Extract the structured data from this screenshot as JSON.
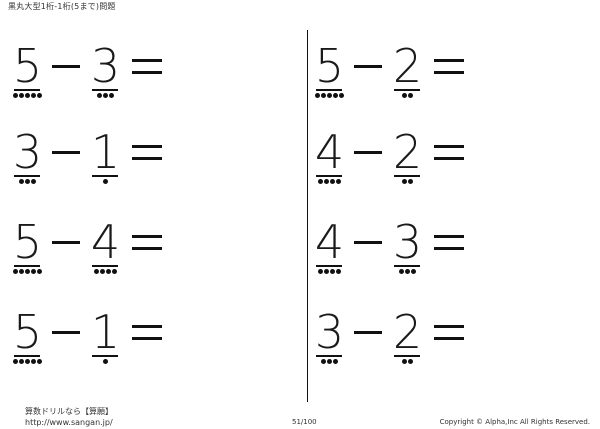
{
  "header": {
    "title": "黒丸大型1桁-1桁(5まで)問題"
  },
  "problems": [
    {
      "a": "5",
      "a_dots": 5,
      "op": "−",
      "b": "3",
      "b_dots": 3,
      "eq": "="
    },
    {
      "a": "3",
      "a_dots": 3,
      "op": "−",
      "b": "1",
      "b_dots": 1,
      "eq": "="
    },
    {
      "a": "5",
      "a_dots": 5,
      "op": "−",
      "b": "4",
      "b_dots": 4,
      "eq": "="
    },
    {
      "a": "5",
      "a_dots": 5,
      "op": "−",
      "b": "1",
      "b_dots": 1,
      "eq": "="
    },
    {
      "a": "5",
      "a_dots": 5,
      "op": "−",
      "b": "2",
      "b_dots": 2,
      "eq": "="
    },
    {
      "a": "4",
      "a_dots": 4,
      "op": "−",
      "b": "2",
      "b_dots": 2,
      "eq": "="
    },
    {
      "a": "4",
      "a_dots": 4,
      "op": "−",
      "b": "3",
      "b_dots": 3,
      "eq": "="
    },
    {
      "a": "3",
      "a_dots": 3,
      "op": "−",
      "b": "2",
      "b_dots": 2,
      "eq": "="
    }
  ],
  "footer": {
    "brand": "算数ドリルなら【算願】",
    "url": "http://www.sangan.jp/",
    "page": "51/100",
    "copyright": "Copyright © Alpha,Inc All Rights Reserved."
  }
}
